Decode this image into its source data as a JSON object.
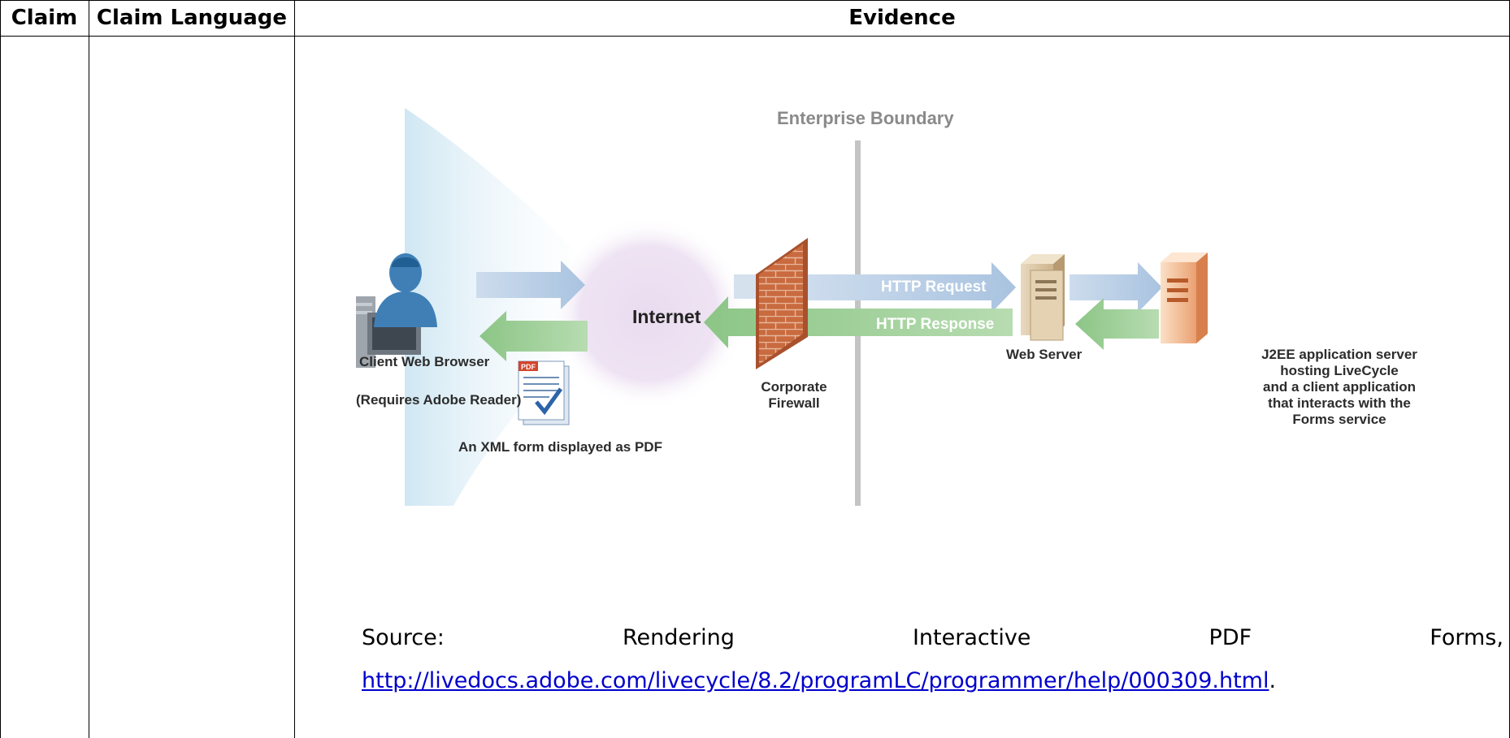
{
  "table": {
    "headers": {
      "claim": "Claim",
      "claim_language": "Claim Language",
      "evidence": "Evidence"
    }
  },
  "diagram": {
    "boundary_label": "Enterprise Boundary",
    "internet_label": "Internet",
    "http_request": "HTTP Request",
    "http_response": "HTTP Response",
    "client_label": "Client Web Browser",
    "client_note": "(Requires Adobe Reader)",
    "pdf_badge": "PDF",
    "pdf_caption": "An XML form displayed as PDF",
    "firewall_label_1": "Corporate",
    "firewall_label_2": "Firewall",
    "web_server_label": "Web Server",
    "app_server_label_1": "J2EE application server",
    "app_server_label_2": "hosting LiveCycle",
    "app_server_label_3": "and a client application",
    "app_server_label_4": "that interacts with the",
    "app_server_label_5": "Forms service",
    "colors": {
      "request_arrow": "#b9cfe6",
      "response_arrow": "#9fcf98",
      "firewall": "#c9653a",
      "boundary": "#bdbdbd",
      "internet_glow": "#e7d9ee"
    }
  },
  "source": {
    "words": [
      "Source:",
      "Rendering",
      "Interactive",
      "PDF",
      "Forms,"
    ],
    "url": "http://livedocs.adobe.com/livecycle/8.2/programLC/programmer/help/000309.html",
    "trailing": "."
  }
}
